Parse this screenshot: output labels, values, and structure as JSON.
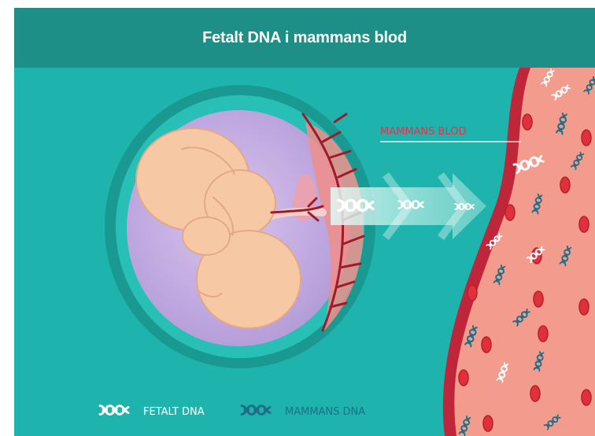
{
  "header": {
    "title": "Fetalt DNA i mammans blod"
  },
  "labels": {
    "maternal_blood": "MAMMANS BLOD"
  },
  "legend": {
    "fetal_label": "FETALT DNA",
    "maternal_label": "MAMMANS DNA"
  },
  "colors": {
    "background": "#1fb3ad",
    "header": "#1e8f87",
    "fetal_dna": "#ffffff",
    "maternal_dna": "#1d6f87",
    "vessel_wall": "#c0263a",
    "vessel_fill": "#f3a08e",
    "red_cell": "#e0303c"
  }
}
